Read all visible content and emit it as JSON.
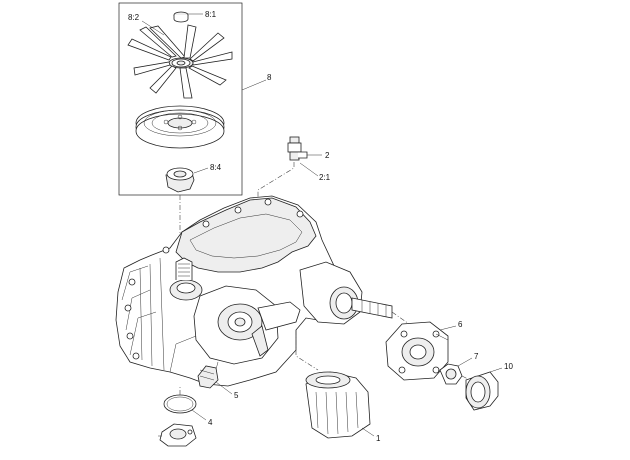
{
  "diagram": {
    "callouts": {
      "c8_1": "8:1",
      "c8_2": "8:2",
      "c8": "8",
      "c8_4": "8:4",
      "c2": "2",
      "c2_1": "2:1",
      "c6": "6",
      "c7": "7",
      "c10": "10",
      "c5": "5",
      "c4": "4",
      "c1": "1"
    }
  }
}
